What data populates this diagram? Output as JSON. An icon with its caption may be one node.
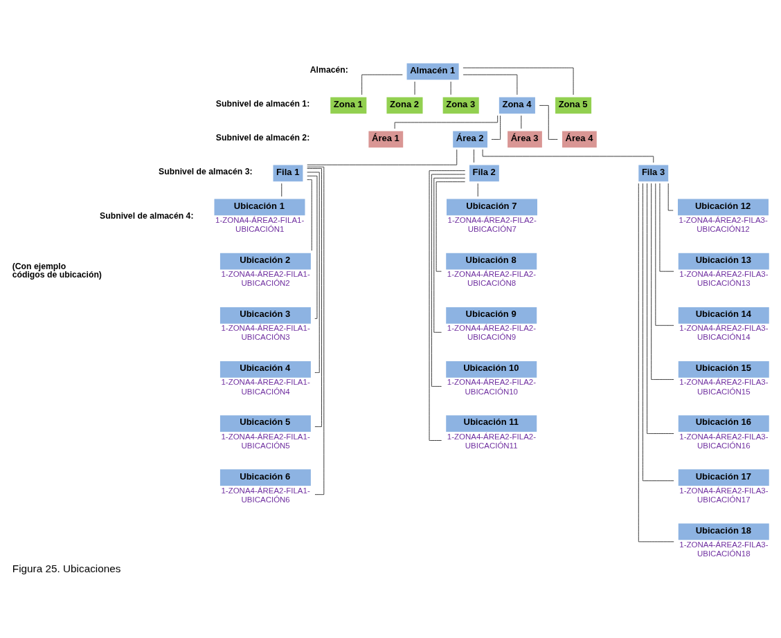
{
  "diagram": {
    "caption": "Figura 25. Ubicaciones",
    "nodes": [
      {
        "text": [
          "Almacén 1"
        ]
      },
      {
        "text": [
          "Zona 1"
        ]
      },
      {
        "text": [
          "Zona 2"
        ]
      },
      {
        "text": [
          "Zona 3"
        ]
      },
      {
        "text": [
          "Zona 4"
        ]
      },
      {
        "text": [
          "Zona 5"
        ]
      },
      {
        "text": [
          "Área 1"
        ]
      },
      {
        "text": [
          "Área 2"
        ]
      },
      {
        "text": [
          "Área 3"
        ]
      },
      {
        "text": [
          "Área 4"
        ]
      },
      {
        "text": [
          "Fila 1"
        ]
      },
      {
        "text": [
          "Fila 2"
        ]
      },
      {
        "text": [
          "Fila 3"
        ]
      },
      {
        "text": [
          "Ubicación 1"
        ],
        "beside": [
          "1-ZONA4-ÁREA2-FILA1-UBICACIÓN1"
        ]
      },
      {
        "text": [
          "Ubicación 2"
        ],
        "beside": [
          "1-ZONA4-ÁREA2-FILA1-UBICACIÓN2"
        ]
      },
      {
        "text": [
          "Ubicación 3"
        ],
        "beside": [
          "1-ZONA4-ÁREA2-FILA1-UBICACIÓN3"
        ]
      },
      {
        "text": [
          "Ubicación 4"
        ],
        "beside": [
          "1-ZONA4-ÁREA2-FILA1-UBICACIÓN4"
        ]
      },
      {
        "text": [
          "Ubicación 5"
        ],
        "beside": [
          "1-ZONA4-ÁREA2-FILA1-UBICACIÓN5"
        ]
      },
      {
        "text": [
          "Ubicación 6"
        ],
        "beside": [
          "1-ZONA4-ÁREA2-FILA1-UBICACIÓN6"
        ]
      },
      {
        "text": [
          "Ubicación 7"
        ],
        "beside": [
          "1-ZONA4-ÁREA2-FILA2-UBICACIÓN7"
        ]
      },
      {
        "text": [
          "Ubicación 8"
        ],
        "beside": [
          "1-ZONA4-ÁREA2-FILA2-UBICACIÓN8"
        ]
      },
      {
        "text": [
          "Ubicación 9"
        ],
        "beside": [
          "1-ZONA4-ÁREA2-FILA2-UBICACIÓN9"
        ]
      },
      {
        "text": [
          "Ubicación 10"
        ],
        "beside": [
          "1-ZONA4-ÁREA2-FILA2-UBICACIÓN10"
        ]
      },
      {
        "text": [
          "Ubicación 11"
        ],
        "beside": [
          "1-ZONA4-ÁREA2-FILA2-UBICACIÓN11"
        ]
      },
      {
        "text": [
          "Ubicación 12"
        ],
        "beside": [
          "1-ZONA4-ÁREA2-FILA3-UBICACIÓN12"
        ]
      },
      {
        "text": [
          "Ubicación 13"
        ],
        "beside": [
          "1-ZONA4-ÁREA2-FILA3-UBICACIÓN13"
        ]
      },
      {
        "text": [
          "Ubicación 14"
        ],
        "beside": [
          "1-ZONA4-ÁREA2-FILA3-UBICACIÓN14"
        ]
      },
      {
        "text": [
          "Ubicación 15"
        ],
        "beside": [
          "1-ZONA4-ÁREA2-FILA3-UBICACIÓN15"
        ]
      },
      {
        "text": [
          "Ubicación 16"
        ],
        "beside": [
          "1-ZONA4-ÁREA2-FILA3-UBICACIÓN16"
        ]
      },
      {
        "text": [
          "Ubicación 17"
        ],
        "beside": [
          "1-ZONA4-ÁREA2-FILA3-UBICACIÓN17"
        ]
      },
      {
        "text": [
          "Ubicación 18"
        ],
        "beside": [
          "1-ZONA4-ÁREA2-FILA3-UBICACIÓN18"
        ]
      }
    ],
    "edges": [
      {
        "from": 0,
        "to": 1,
        "arrow": "none"
      },
      {
        "from": 0,
        "to": 2,
        "arrow": "none"
      },
      {
        "from": 0,
        "to": 3,
        "arrow": "none"
      },
      {
        "from": 0,
        "to": 4,
        "arrow": "none"
      },
      {
        "from": 0,
        "to": 5,
        "arrow": "none"
      },
      {
        "from": 4,
        "to": 6,
        "arrow": "none"
      },
      {
        "from": 4,
        "to": 7,
        "arrow": "none"
      },
      {
        "from": 4,
        "to": 8,
        "arrow": "none"
      },
      {
        "from": 4,
        "to": 9,
        "arrow": "none"
      },
      {
        "from": 7,
        "to": 10,
        "arrow": "none"
      },
      {
        "from": 7,
        "to": 11,
        "arrow": "none"
      },
      {
        "from": 7,
        "to": 12,
        "arrow": "none"
      },
      {
        "from": 10,
        "to": 13,
        "arrow": "none"
      },
      {
        "from": 10,
        "to": 14,
        "arrow": "none"
      },
      {
        "from": 10,
        "to": 15,
        "arrow": "none"
      },
      {
        "from": 10,
        "to": 16,
        "arrow": "none"
      },
      {
        "from": 10,
        "to": 17,
        "arrow": "none"
      },
      {
        "from": 10,
        "to": 18,
        "arrow": "none"
      },
      {
        "from": 11,
        "to": 19,
        "arrow": "none"
      },
      {
        "from": 11,
        "to": 20,
        "arrow": "none"
      },
      {
        "from": 11,
        "to": 21,
        "arrow": "none"
      },
      {
        "from": 11,
        "to": 22,
        "arrow": "none"
      },
      {
        "from": 11,
        "to": 23,
        "arrow": "none"
      },
      {
        "from": 12,
        "to": 24,
        "arrow": "none"
      },
      {
        "from": 12,
        "to": 25,
        "arrow": "none"
      },
      {
        "from": 12,
        "to": 26,
        "arrow": "none"
      },
      {
        "from": 12,
        "to": 27,
        "arrow": "none"
      },
      {
        "from": 12,
        "to": 28,
        "arrow": "none"
      },
      {
        "from": 12,
        "to": 29,
        "arrow": "none"
      },
      {
        "from": 12,
        "to": 30,
        "arrow": "none"
      }
    ],
    "labels": [
      "Almacén:",
      "Subnivel de almacén 1:",
      "Subnivel de almacén 2:",
      "Subnivel de almacén 3:",
      "Subnivel de almacén 4:",
      "(Con ejemplo códigos de ubicación)"
    ]
  }
}
